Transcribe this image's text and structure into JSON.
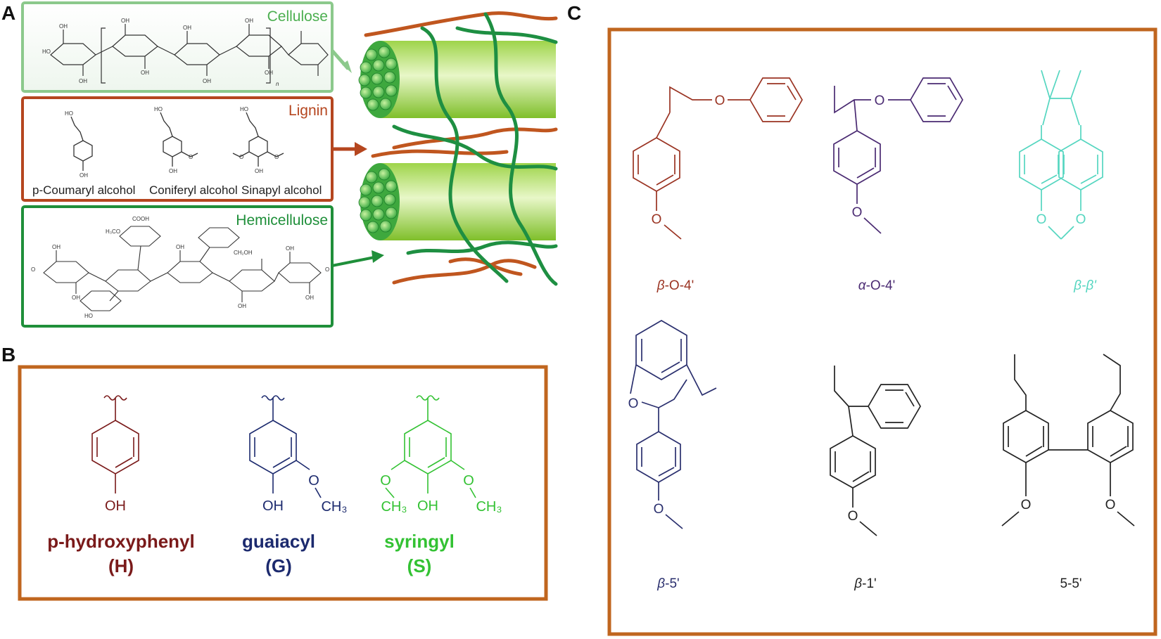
{
  "panels": {
    "a": {
      "letter": "A",
      "cellulose": {
        "title": "Cellulose",
        "repeat_n": "n"
      },
      "lignin": {
        "title": "Lignin",
        "monomers": [
          "p-Coumaryl alcohol",
          "Coniferyl alcohol",
          "Sinapyl alcohol"
        ],
        "atom_labels": {
          "hydroxyl": "OH",
          "methoxy": "O",
          "alcohol_ho": "HO"
        }
      },
      "hemicellulose": {
        "title": "Hemicellulose",
        "cooh": "COOH",
        "ch2oh": "CH₂OH",
        "h3co": "H₃CO"
      }
    },
    "b": {
      "letter": "B",
      "units": [
        {
          "name": "p-hydroxyphenyl",
          "abbr": "(H)",
          "oh": "OH"
        },
        {
          "name": "guaiacyl",
          "abbr": "(G)",
          "oh": "OH",
          "o": "O",
          "ch3": "CH₃"
        },
        {
          "name": "syringyl",
          "abbr": "(S)",
          "oh": "OH",
          "o": "O",
          "ch3": "CH₃"
        }
      ]
    },
    "c": {
      "letter": "C",
      "o_atom": "O",
      "linkages": [
        {
          "greek": "β",
          "rest": "-O-4'"
        },
        {
          "greek": "α",
          "rest": "-O-4'"
        },
        {
          "greek": "β-β'",
          "rest": ""
        },
        {
          "greek": "β",
          "rest": "-5'"
        },
        {
          "greek": "β",
          "rest": "-1'"
        },
        {
          "greek": "",
          "rest": "5-5'"
        }
      ]
    }
  },
  "colors": {
    "cellulose": "#4caf50",
    "lignin": "#b5461f",
    "hemicellulose": "#1f8f3a",
    "frame": "#c0661f",
    "h_unit": "#7a1a1a",
    "g_unit": "#1c2a6e",
    "s_unit": "#33c233",
    "beta_o4": "#9a3322",
    "alpha_o4": "#4a2a72",
    "beta_beta": "#55d6c0",
    "beta_5": "#2a2f6e",
    "black": "#222222"
  }
}
